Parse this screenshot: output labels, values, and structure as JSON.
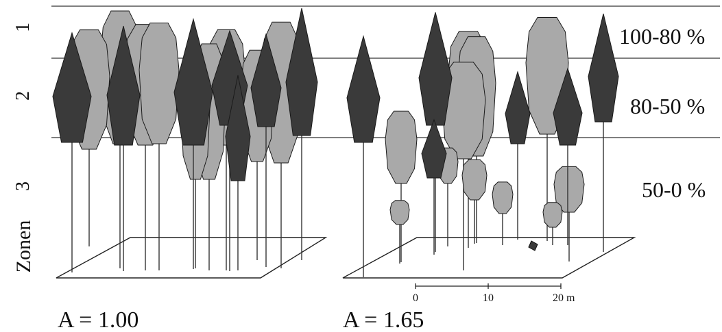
{
  "zones_label": "Zonen",
  "zones": [
    {
      "number": "1",
      "range": "100-80 %"
    },
    {
      "number": "2",
      "range": "80-50 %"
    },
    {
      "number": "3",
      "range": "50-0 %"
    }
  ],
  "stands": [
    {
      "caption": "A = 1.00"
    },
    {
      "caption": "A = 1.65"
    }
  ],
  "scale_bar": {
    "ticks": [
      "0",
      "10",
      "20 m"
    ]
  },
  "colors": {
    "conifer": "#3a3a3a",
    "broadleaf": "#a9a9a9",
    "outline": "#1a1a1a",
    "line": "#333333"
  }
}
